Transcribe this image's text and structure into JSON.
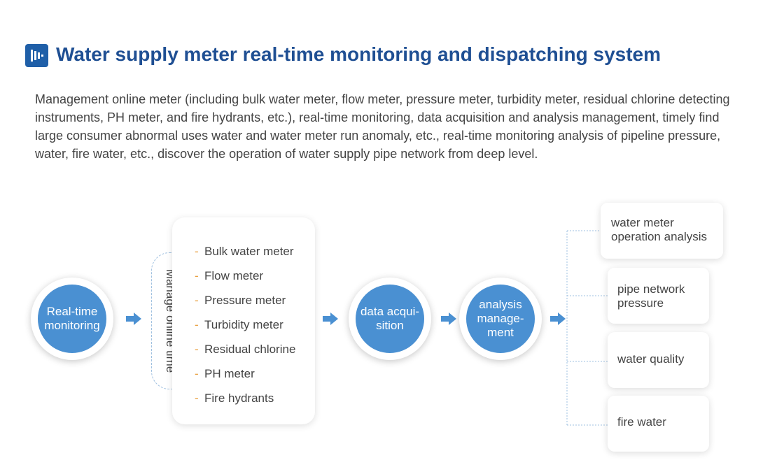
{
  "header": {
    "title": "Water supply meter real-time monitoring and dispatching system",
    "icon": "play-arrow-icon",
    "accent_color": "#1f4f93"
  },
  "description": "Management online meter (including bulk water meter, flow meter, pressure meter, turbidity meter, residual chlorine detecting instruments, PH meter, and fire hydrants, etc.), real-time monitoring, data acquisition and analysis management, timely find large consumer abnormal uses water and water meter run anomaly, etc., real-time monitoring analysis of pipeline pressure, water, fire water, etc., discover the operation of water supply pipe network from deep level.",
  "flow": {
    "node_color": "#4a90d2",
    "start_node": "Real-time monitoring",
    "manage_label": "Manage online time",
    "meters": [
      "Bulk water meter",
      "Flow meter",
      "Pressure meter",
      "Turbidity meter",
      "Residual chlorine",
      "PH meter",
      "Fire hydrants"
    ],
    "acquisition_node": "data acqui-sition",
    "analysis_node": "analysis manage-ment",
    "outputs": [
      "water meter operation analysis",
      "pipe network pressure",
      "water quality",
      "fire water"
    ]
  }
}
